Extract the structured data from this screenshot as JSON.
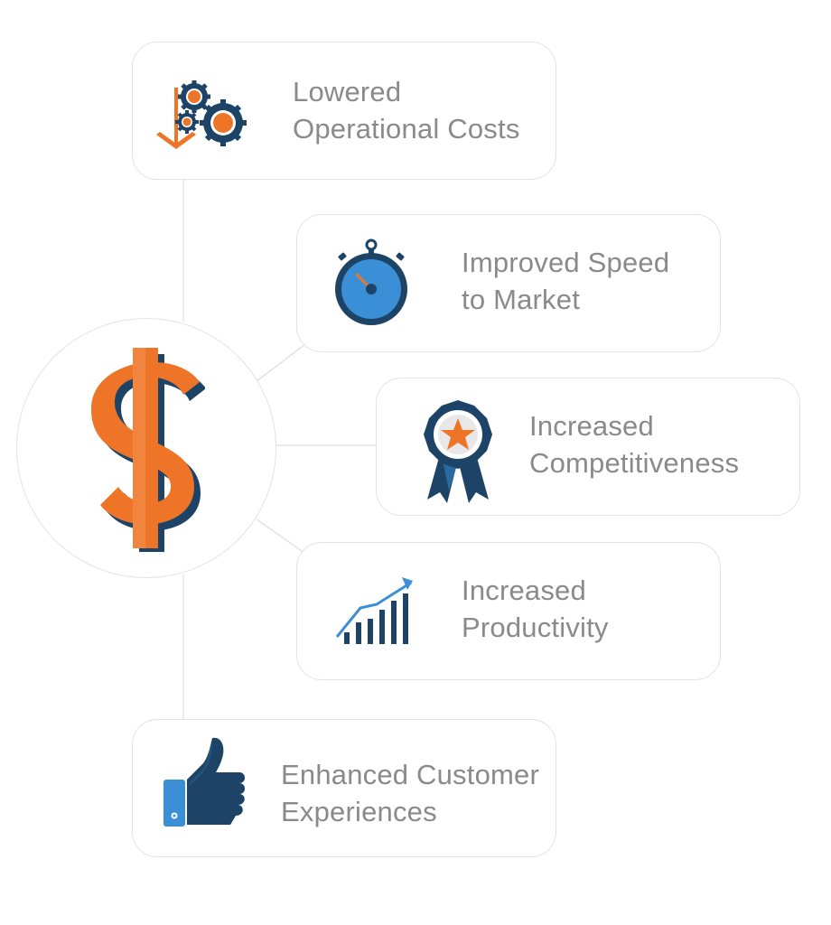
{
  "diagram": {
    "center": {
      "icon": "dollar-sign-icon"
    },
    "benefits": [
      {
        "label": "Lowered\nOperational Costs",
        "icon": "gears-down-arrow-icon"
      },
      {
        "label": "Improved Speed\nto Market",
        "icon": "stopwatch-icon"
      },
      {
        "label": "Increased\nCompetitiveness",
        "icon": "award-ribbon-icon"
      },
      {
        "label": "Increased\nProductivity",
        "icon": "growth-chart-icon"
      },
      {
        "label": "Enhanced Customer\nExperiences",
        "icon": "thumbs-up-icon"
      }
    ]
  },
  "colors": {
    "orange": "#ee7428",
    "navy": "#1d4466",
    "blue": "#3a8fd6",
    "text": "#8a8a8a",
    "border": "#e3e3e3"
  }
}
